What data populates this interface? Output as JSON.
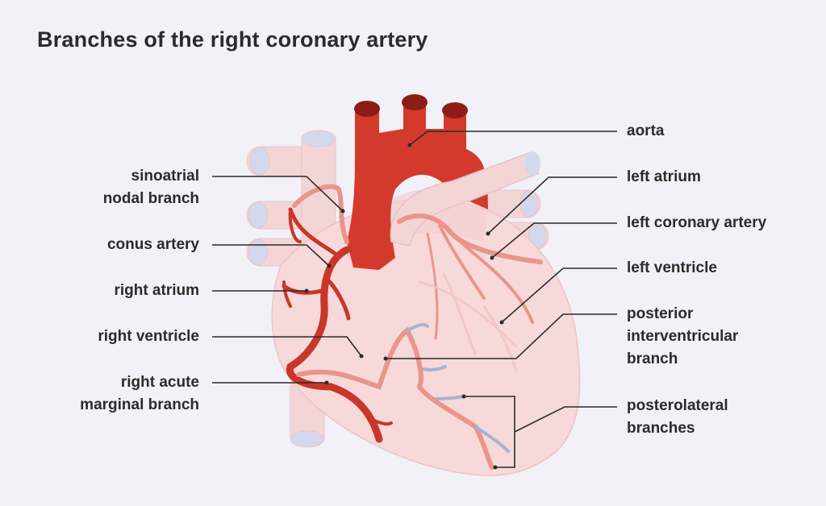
{
  "title": "Branches of the right coronary artery",
  "colors": {
    "background": "#f1f1f7",
    "heart_fill": "#f7d9d9",
    "artery": "#d33a2c",
    "artery_dark": "#a5241c",
    "coronary_light": "#e9958c",
    "vein_blue": "#aab2cf",
    "vessel_pale": "#f4d5d6",
    "leader_line": "#2b2b2b"
  },
  "labels_left": {
    "sinoatrial": "sinoatrial\nnodal branch",
    "conus": "conus artery",
    "right_atrium": "right atrium",
    "right_ventricle": "right ventricle",
    "acute_marginal": "right acute\nmarginal branch"
  },
  "labels_right": {
    "aorta": "aorta",
    "left_atrium": "left atrium",
    "left_coronary": "left coronary artery",
    "left_ventricle": "left ventricle",
    "posterior_interventricular": "posterior\ninterventricular\nbranch",
    "posterolateral": "posterolateral\nbranches"
  }
}
